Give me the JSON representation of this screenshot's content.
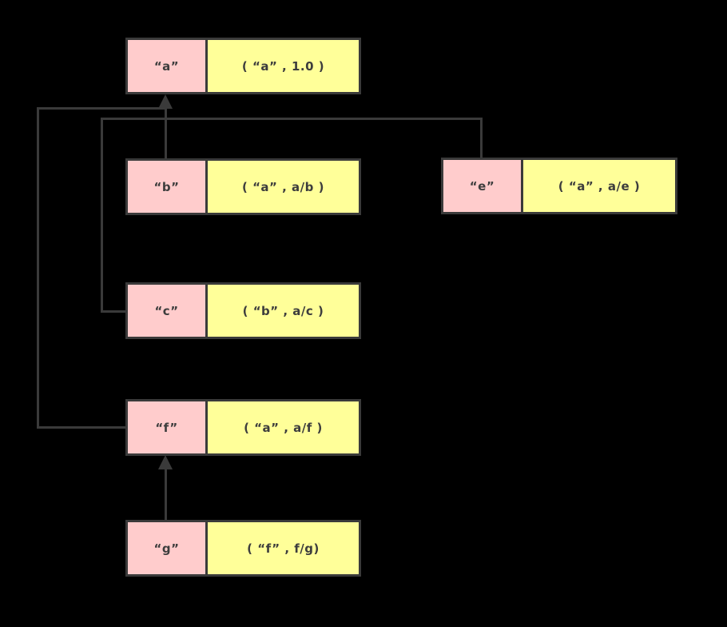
{
  "diagram": {
    "background": "#000000",
    "colors": {
      "label_cell": "#ffcccc",
      "value_cell": "#ffff99",
      "border": "#3a3a3a",
      "line": "#3a3a3a",
      "text": "#3d3d3d"
    },
    "nodes": [
      {
        "id": "a",
        "label": "“a”",
        "value": "( “a” , 1.0 )"
      },
      {
        "id": "b",
        "label": "“b”",
        "value": "( “a” , a/b )"
      },
      {
        "id": "e",
        "label": "“e”",
        "value": "( “a” , a/e )"
      },
      {
        "id": "c",
        "label": "“c”",
        "value": "( “b” , a/c )"
      },
      {
        "id": "f",
        "label": "“f”",
        "value": "( “a” , a/f )"
      },
      {
        "id": "g",
        "label": "“g”",
        "value": "( “f” , f/g)"
      }
    ],
    "edges": [
      {
        "from": "b",
        "to": "a",
        "arrowhead": "into a bottom"
      },
      {
        "from": "f",
        "to": "a",
        "arrowhead": "shared, into a bottom"
      },
      {
        "from": "e",
        "to": "a",
        "arrowhead": "shared, into a bottom"
      },
      {
        "from": "c",
        "to": "b",
        "arrowhead": "none, merges into b top"
      },
      {
        "from": "g",
        "to": "f",
        "arrowhead": "into f bottom"
      }
    ]
  }
}
